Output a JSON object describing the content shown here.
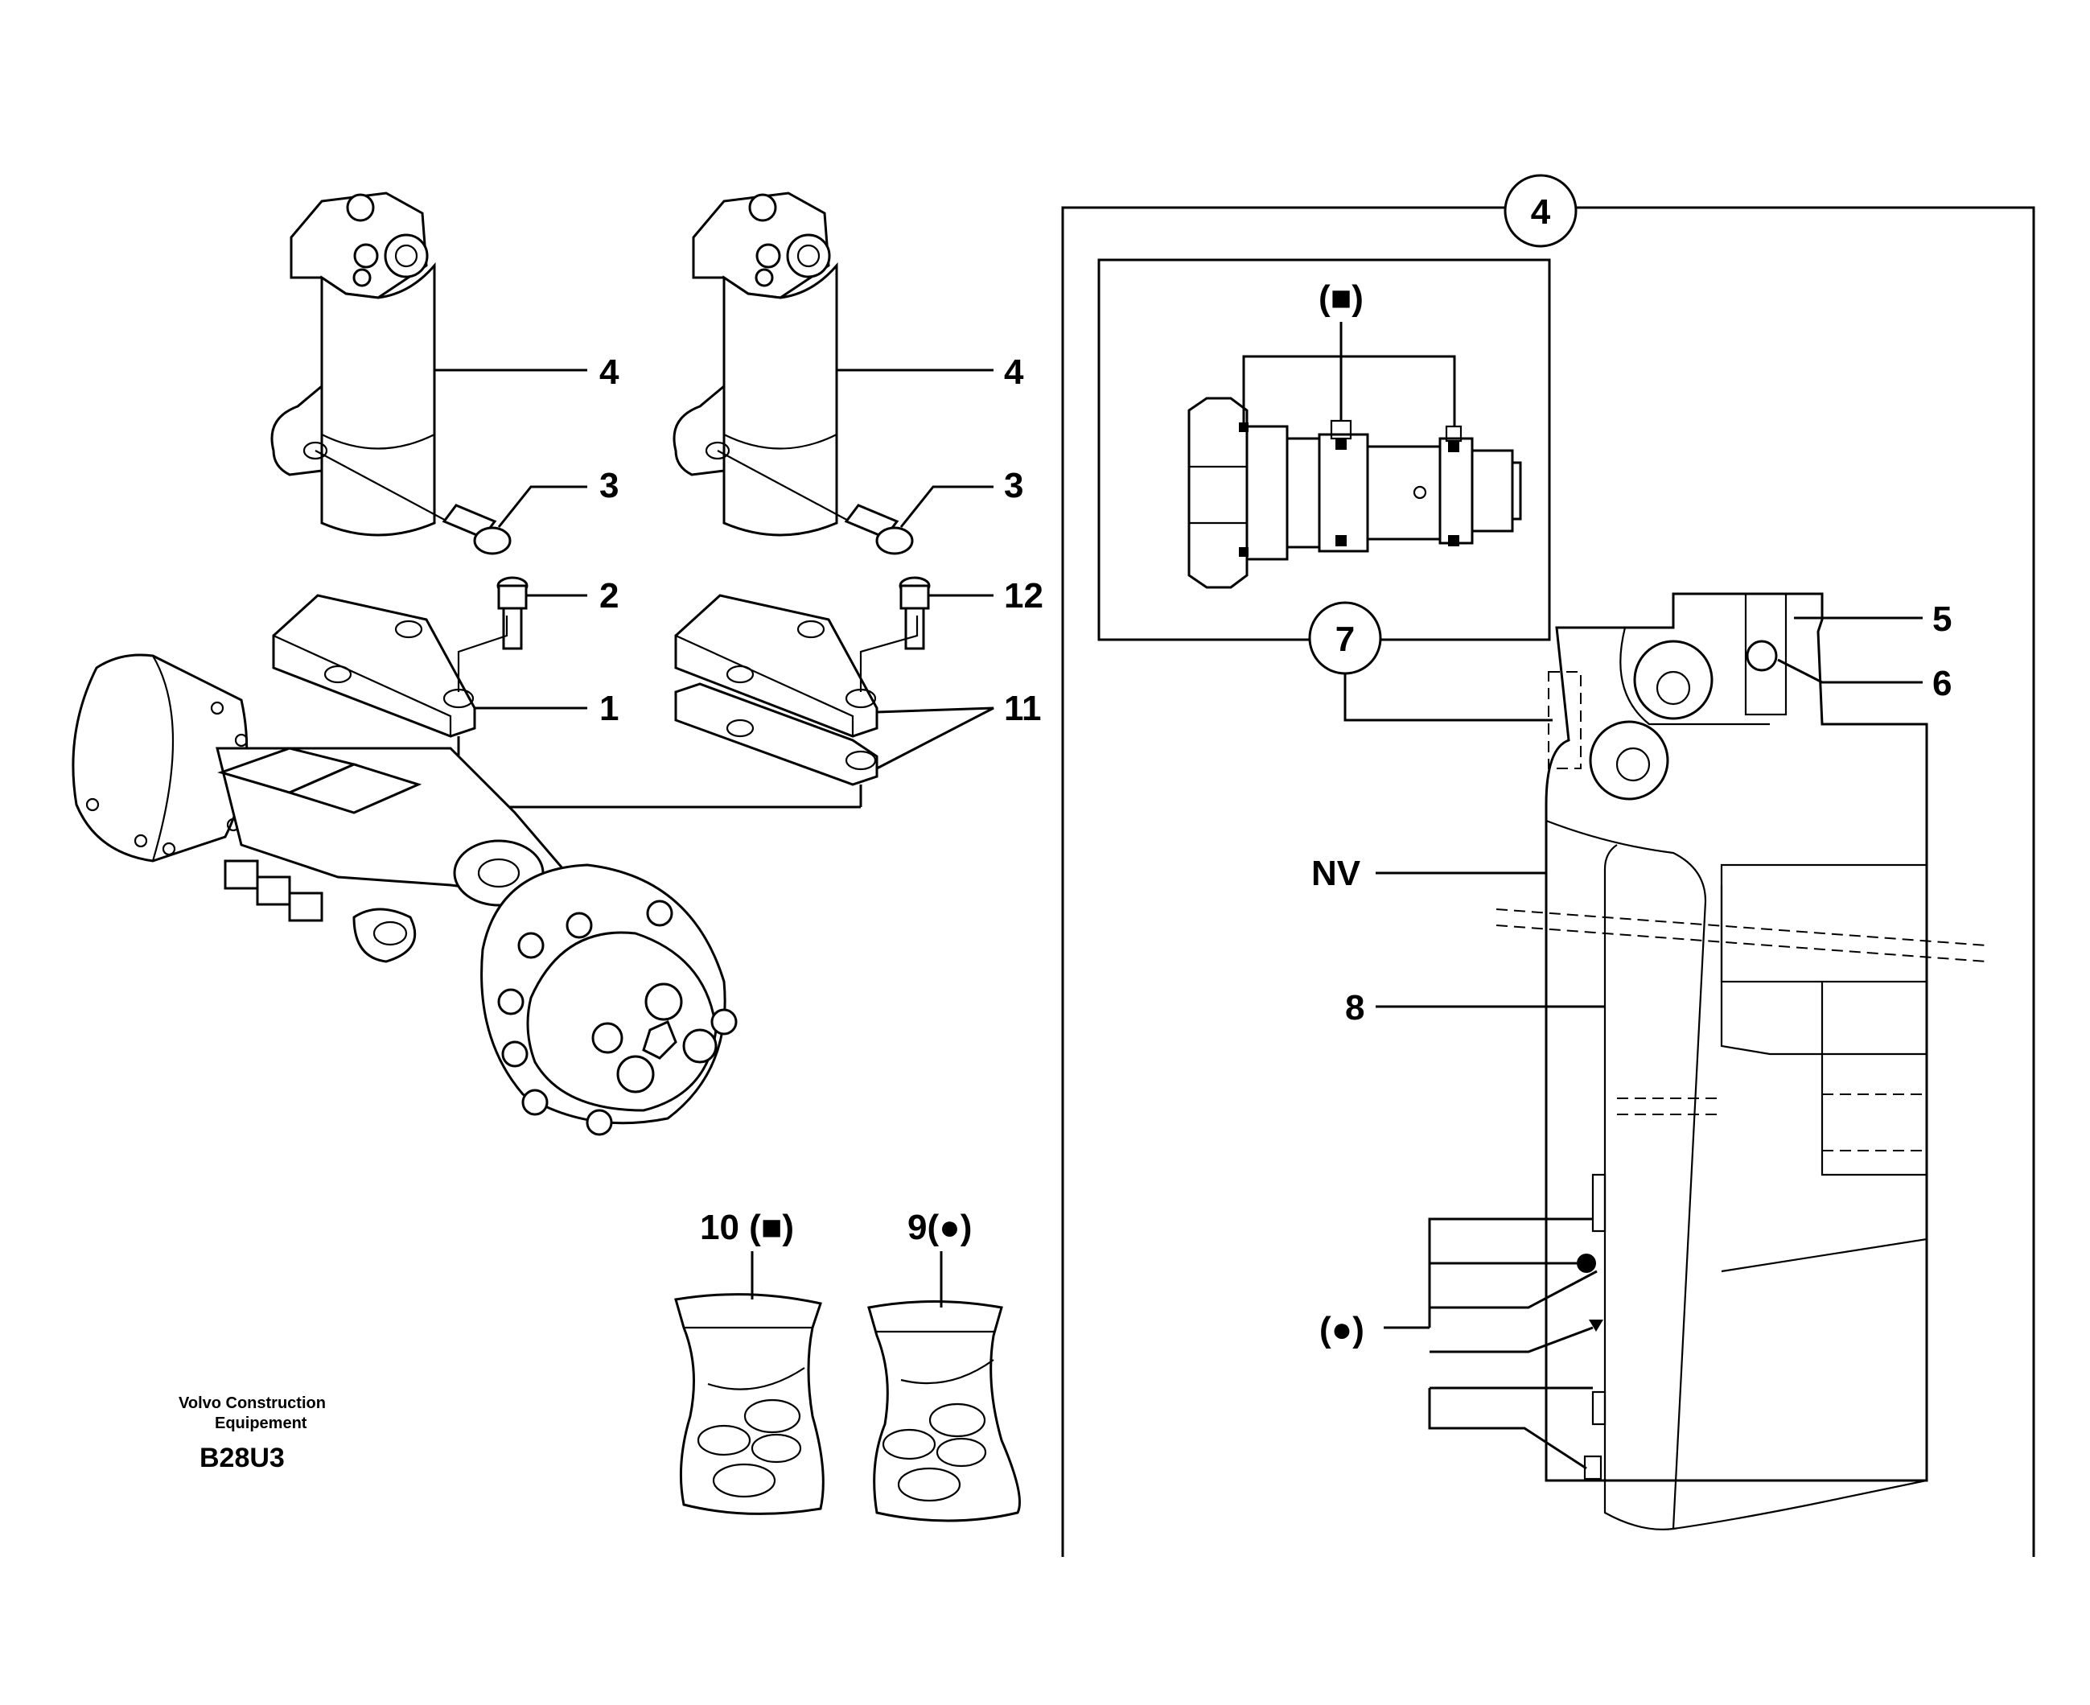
{
  "callouts": {
    "c1": "1",
    "c2": "2",
    "c3a": "3",
    "c3b": "3",
    "c4a": "4",
    "c4b": "4",
    "c11": "11",
    "c12": "12",
    "c5": "5",
    "c6": "6",
    "c8": "8",
    "nv": "NV",
    "circle4": "4",
    "circle7": "7",
    "square_note": "(■)",
    "dot_note": "(●)",
    "kit10": "10 (■)",
    "kit9": "9(●)"
  },
  "brand": {
    "line1": "Volvo Construction",
    "line2": "Equipement"
  },
  "figure_code": "B28U3"
}
